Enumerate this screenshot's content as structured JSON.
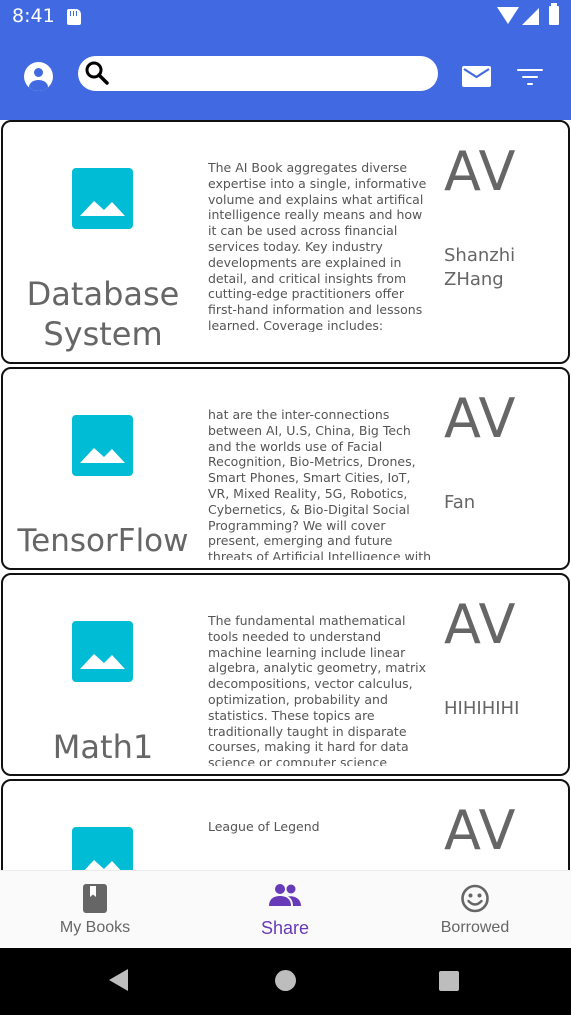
{
  "status_bar": {
    "time": "8:41"
  },
  "header": {
    "search": {
      "value": "",
      "placeholder": ""
    },
    "icons": [
      "account-icon",
      "search-icon",
      "mail-icon",
      "filter-icon"
    ]
  },
  "books": [
    {
      "title": "Database System",
      "description": "The AI Book aggregates diverse expertise into a single, informative volume and explains what artifical intelligence really means and how it can be used across financial services today. Key industry developments are explained in detail, and critical insights from cutting-edge practitioners offer first-hand information and lessons learned. Coverage includes:",
      "avatar": "AV",
      "author": "Shanzhi ZHang"
    },
    {
      "title": "TensorFlow",
      "description": "hat are the inter-connections between AI, U.S, China, Big Tech and the worlds use of Facial Recognition, Bio-Metrics, Drones, Smart Phones, Smart Cities, IoT, VR, Mixed Reality, 5G, Robotics, Cybernetics, & Bio-Digital Social Programming? We will cover present, emerging and future threats of Artificial Intelligence with Big",
      "avatar": "AV",
      "author": "Fan"
    },
    {
      "title": "Math1",
      "description": "The fundamental mathematical tools needed to understand machine learning include linear algebra, analytic geometry, matrix decompositions, vector calculus, optimization, probability and statistics. These topics are traditionally taught in disparate courses, making it hard for data science or computer science",
      "avatar": "AV",
      "author": "HIHIHIHI"
    },
    {
      "title": "",
      "description": "League of Legend",
      "avatar": "AV",
      "author": ""
    }
  ],
  "bottom_nav": {
    "items": [
      {
        "label": "My Books",
        "icon": "book-icon"
      },
      {
        "label": "Share",
        "icon": "people-icon",
        "active": true
      },
      {
        "label": "Borrowed",
        "icon": "smiley-icon"
      }
    ]
  },
  "colors": {
    "primary": "#4169e1",
    "accent": "#673ab7",
    "thumbnail": "#00bcd4"
  }
}
